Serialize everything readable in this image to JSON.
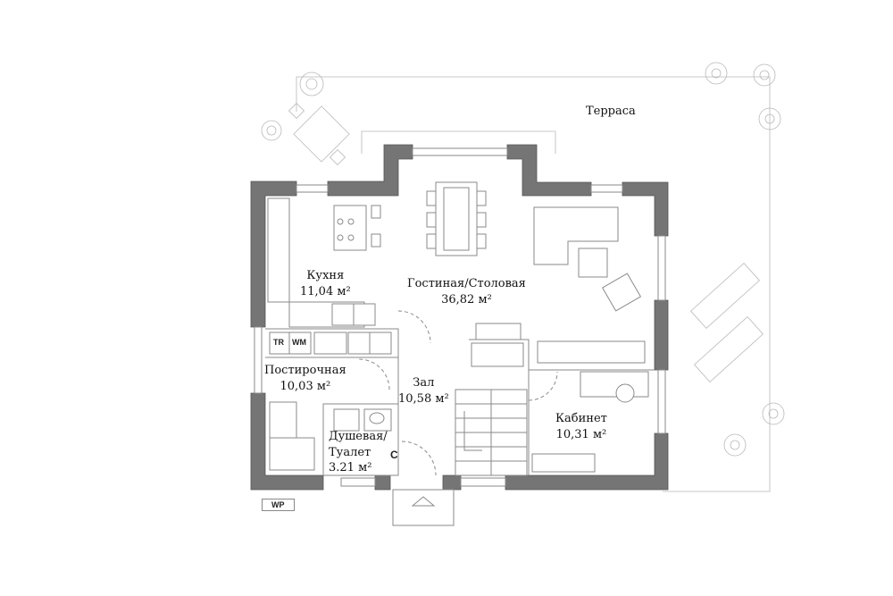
{
  "rooms": {
    "terrace": {
      "name": "Терраса"
    },
    "kitchen": {
      "name": "Кухня",
      "area": "11,04 м²"
    },
    "living": {
      "name": "Гостиная/Столовая",
      "area": "36,82 м²"
    },
    "laundry": {
      "name": "Постирочная",
      "area": "10,03 м²"
    },
    "hall": {
      "name": "Зал",
      "area": "10,58 м²"
    },
    "bath": {
      "name_line1": "Душевая/",
      "name_line2": "Туалет",
      "area": "3.21 м²"
    },
    "office": {
      "name": "Кабинет",
      "area": "10,31 м²"
    }
  },
  "tags": {
    "tr": "TR",
    "wm": "WM",
    "wp": "WP",
    "c": "C"
  },
  "colors": {
    "wall": "#757575",
    "line": "#8a8a8a",
    "background": "#ffffff"
  }
}
